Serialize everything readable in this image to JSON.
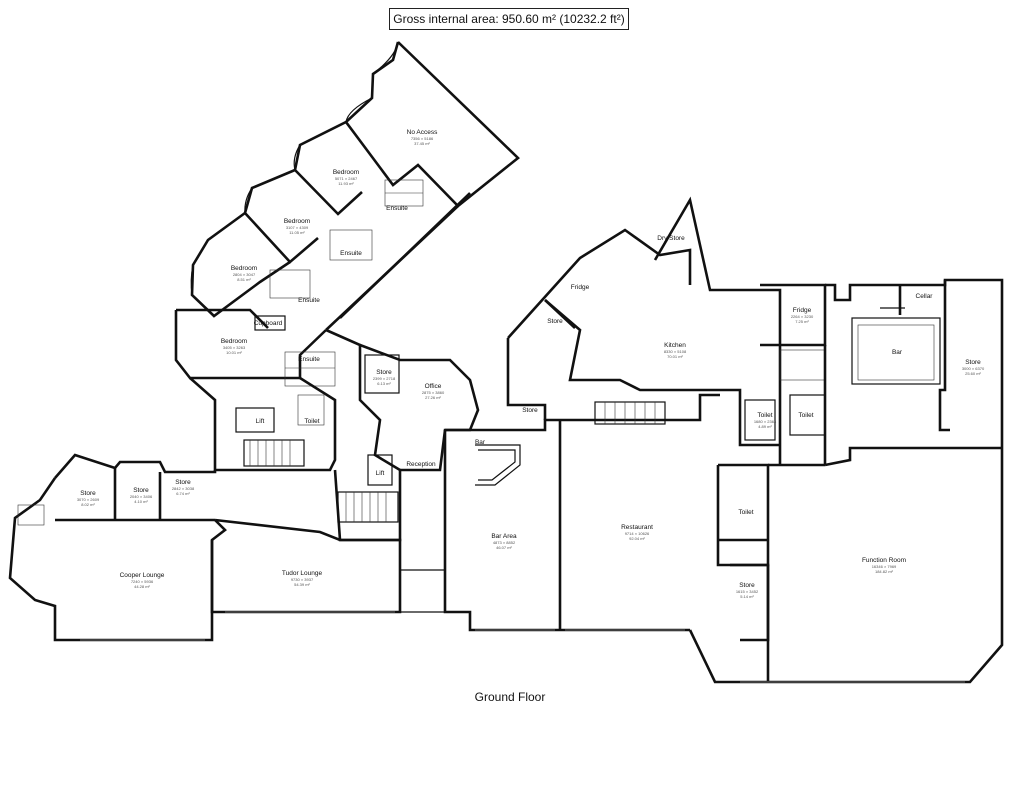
{
  "header": {
    "gross_area": "Gross internal area: 950.60 m² (10232.2 ft²)"
  },
  "floor": {
    "label": "Ground Floor"
  },
  "rooms": {
    "no_access": {
      "name": "No Access",
      "dims": "7356 × 5186",
      "area": "37.45 m²"
    },
    "bedroom1": {
      "name": "Bedroom",
      "dims": "5071 × 2467",
      "area": "11.93 m²"
    },
    "bedroom2": {
      "name": "Bedroom",
      "dims": "3107 × 4309",
      "area": "11.05 m²"
    },
    "bedroom3": {
      "name": "Bedroom",
      "dims": "2804 × 3047",
      "area": "8.51 m²"
    },
    "bedroom4": {
      "name": "Bedroom",
      "dims": "3405 × 3263",
      "area": "10.01 m²"
    },
    "ensuite1": {
      "name": "Ensuite"
    },
    "ensuite2": {
      "name": "Ensuite"
    },
    "ensuite3": {
      "name": "Ensuite"
    },
    "ensuite4": {
      "name": "Ensuite"
    },
    "cupboard": {
      "name": "Cupboard"
    },
    "lift1": {
      "name": "Lift"
    },
    "lift2": {
      "name": "Lift"
    },
    "toilet_a": {
      "name": "Toilet"
    },
    "toilet_b": {
      "name": "Toilet"
    },
    "toilet_c": {
      "name": "Toilet",
      "dims": "1680 × 2364",
      "area": "4.89 m²"
    },
    "toilet_d": {
      "name": "Toilet"
    },
    "store_a": {
      "name": "Store",
      "dims": "3070 × 2609",
      "area": "8.02 m²"
    },
    "store_b": {
      "name": "Store",
      "dims": "2040 × 3406",
      "area": "4.10 m²"
    },
    "store_c": {
      "name": "Store",
      "dims": "2842 × 3038",
      "area": "6.74 m²"
    },
    "store_d": {
      "name": "Store",
      "dims": "2399 × 2718",
      "area": "6.13 m²"
    },
    "store_e": {
      "name": "Store"
    },
    "store_f": {
      "name": "Store"
    },
    "store_g": {
      "name": "Store",
      "dims": "3000 × 6370",
      "area": "25.60 m²"
    },
    "store_h": {
      "name": "Store",
      "dims": "1615 × 3452",
      "area": "5.14 m²"
    },
    "office": {
      "name": "Office",
      "dims": "2875 × 3860",
      "area": "27.26 m²"
    },
    "reception": {
      "name": "Reception"
    },
    "bar1": {
      "name": "Bar"
    },
    "bar2": {
      "name": "Bar"
    },
    "bar_area": {
      "name": "Bar Area",
      "dims": "4873 × 8852",
      "area": "46.07 m²"
    },
    "restaurant": {
      "name": "Restaurant",
      "dims": "9714 × 10626",
      "area": "92.04 m²"
    },
    "kitchen": {
      "name": "Kitchen",
      "dims": "8330 × 5108",
      "area": "70.01 m²"
    },
    "dry_store": {
      "name": "Dry Store"
    },
    "fridge1": {
      "name": "Fridge"
    },
    "fridge2": {
      "name": "Fridge",
      "dims": "2264 × 3230",
      "area": "7.25 m²"
    },
    "cellar": {
      "name": "Cellar"
    },
    "function_room": {
      "name": "Function Room",
      "dims": "16346 × 7969",
      "area": "184.82 m²"
    },
    "cooper_lounge": {
      "name": "Cooper Lounge",
      "dims": "7240 × 5936",
      "area": "44.28 m²"
    },
    "tudor_lounge": {
      "name": "Tudor Lounge",
      "dims": "9730 × 3937",
      "area": "54.39 m²"
    }
  }
}
